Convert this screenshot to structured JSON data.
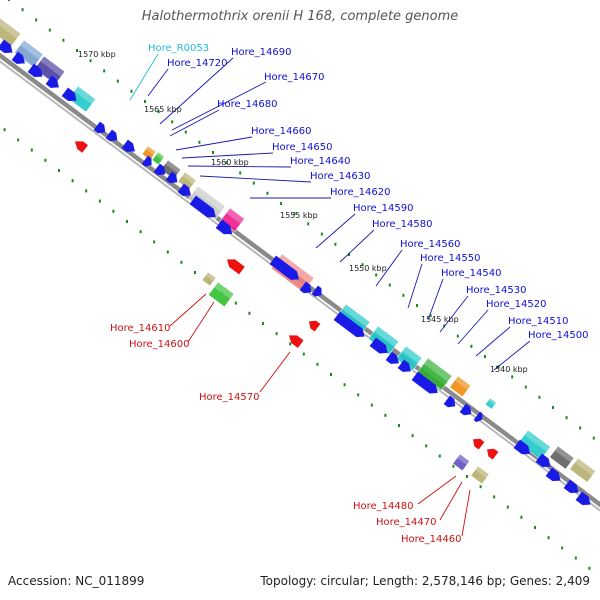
{
  "title": "Halothermothrix orenii H 168, complete genome",
  "footer": {
    "accession": "Accession: NC_011899",
    "summary": "Topology: circular; Length: 2,578,146 bp; Genes: 2,409"
  },
  "colors": {
    "forward_label": "#1010d0",
    "reverse_label": "#cc1111",
    "rna_label": "#22bbdd",
    "backbone": "#888888",
    "gene_blue": "#1a1ae6",
    "gene_red": "#ee1111",
    "tick_green": "#1a8a1a"
  },
  "kbp_markers": [
    "1570 kbp",
    "1565 kbp",
    "1560 kbp",
    "1555 kbp",
    "1550 kbp",
    "1545 kbp",
    "1540 kbp"
  ],
  "forward_labels": [
    "Hore_R0053",
    "Hore_14720",
    "Hore_14690",
    "Hore_14670",
    "Hore_14680",
    "Hore_14660",
    "Hore_14650",
    "Hore_14640",
    "Hore_14630",
    "Hore_14620",
    "Hore_14590",
    "Hore_14580",
    "Hore_14560",
    "Hore_14550",
    "Hore_14540",
    "Hore_14530",
    "Hore_14520",
    "Hore_14510",
    "Hore_14500"
  ],
  "reverse_labels": [
    "Hore_14610",
    "Hore_14600",
    "Hore_14570",
    "Hore_14480",
    "Hore_14470",
    "Hore_14460"
  ]
}
